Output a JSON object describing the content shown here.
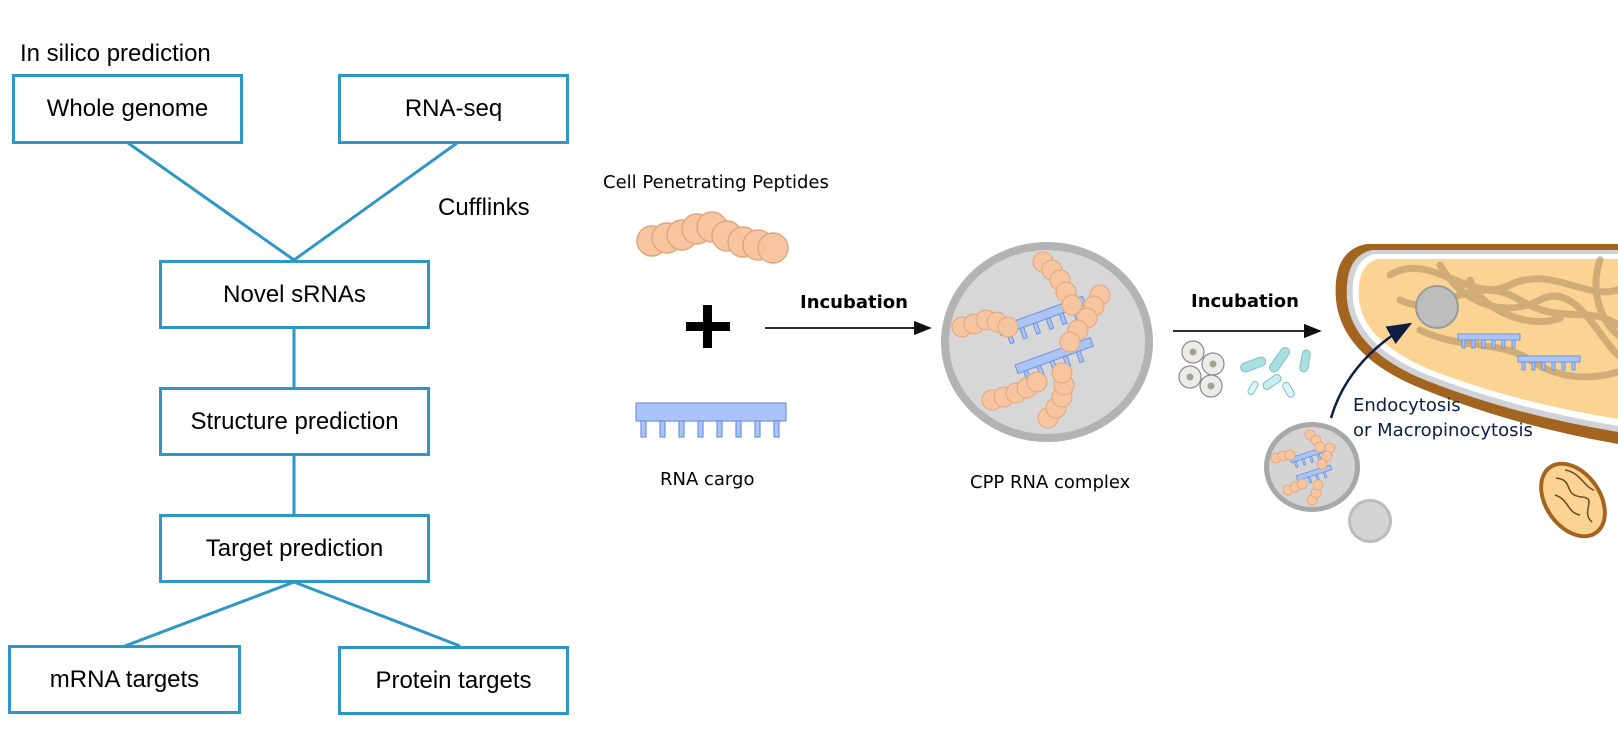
{
  "flowchart": {
    "title": "In silico prediction",
    "whole_genome": "Whole genome",
    "rna_seq": "RNA-seq",
    "cufflinks": "Cufflinks",
    "novel_srnas": "Novel sRNAs",
    "structure_prediction": "Structure prediction",
    "target_prediction": "Target prediction",
    "mrna_targets": "mRNA targets",
    "protein_targets": "Protein targets"
  },
  "delivery": {
    "cpp_label": "Cell Penetrating Peptides",
    "rna_cargo_label": "RNA cargo",
    "incubation_1": "Incubation",
    "complex_label": "CPP RNA complex",
    "incubation_2": "Incubation",
    "endocytosis_line1": "Endocytosis",
    "endocytosis_line2": "or Macropinocytosis"
  },
  "colors": {
    "box_border": "#2f97c8",
    "peptide": "#f7c6a0",
    "rna": "#a9c4f5",
    "cell_membrane": "#b0732f",
    "cytoplasm": "#fbd494"
  },
  "icons": [
    "plus-icon",
    "arrow-icon",
    "peptide-chain-icon",
    "rna-strand-icon",
    "bacteria-icon",
    "cell-icon",
    "mitochondrion-icon",
    "vesicle-icon"
  ]
}
